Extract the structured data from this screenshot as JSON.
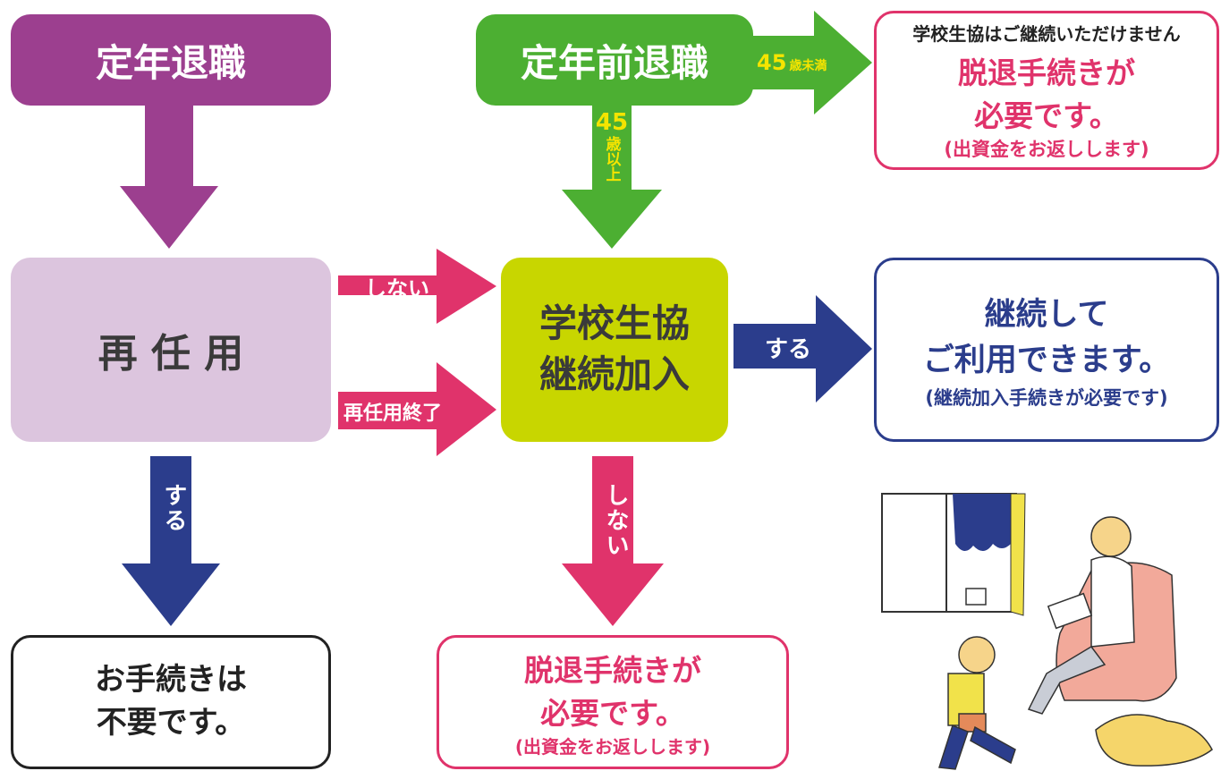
{
  "boxes": {
    "retire_age": "定年退職",
    "retire_early": "定年前退職",
    "rehire": "再 任 用",
    "continue_join": [
      "学校生協",
      "継続加入"
    ],
    "top_right": {
      "note": "学校生協はご継続いただけません",
      "main1": "脱退手続きが",
      "main2": "必要です。",
      "sub": "(出資金をお返しします)"
    },
    "mid_right": {
      "main1": "継続して",
      "main2": "ご利用できます。",
      "sub": "(継続加入手続きが必要です)"
    },
    "bottom_left": {
      "line1": "お手続きは",
      "line2": "不要です。"
    },
    "bottom_center": {
      "main1": "脱退手続きが",
      "main2": "必要です。",
      "sub": "(出資金をお返しします)"
    }
  },
  "arrow_labels": {
    "under45": "45",
    "under45_suffix": "歳未満",
    "over45_num": "45",
    "over45_text": "歳以上",
    "no_rehire": "しない",
    "rehire_end": "再任用終了",
    "continue_yes": "する",
    "rehire_yes": "する",
    "continue_no": "しない"
  },
  "colors": {
    "purple": "#9c3f8f",
    "green": "#4caf32",
    "lavender": "#dcc5de",
    "lime": "#c8d600",
    "pink": "#e0336b",
    "navy": "#2b3d8c",
    "yellow": "#f5e400"
  },
  "illustration": {
    "icon": "family-reading-icon"
  }
}
